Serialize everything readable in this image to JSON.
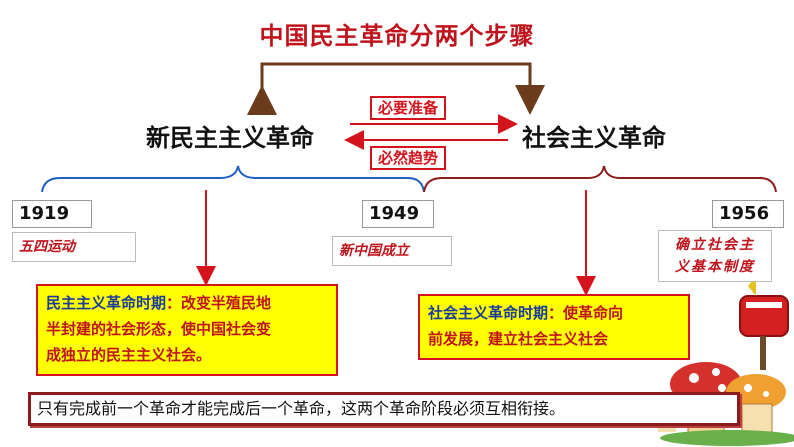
{
  "title": "中国民主革命分两个步骤",
  "left_revolution": "新民主主义革命",
  "right_revolution": "社会主义革命",
  "tag_top": "必要准备",
  "tag_bottom": "必然趋势",
  "years": [
    "1919",
    "1949",
    "1956"
  ],
  "events": {
    "e1919": "五四运动",
    "e1949": "新中国成立",
    "e1956_line1": "确立社会主",
    "e1956_line2": "义基本制度"
  },
  "box_left": {
    "heading": "民主主义革命时期",
    "text1": "：改变半殖民地",
    "text2": "半封建的社会形态，使中国社会变",
    "text3": "成独立的民主主义社会。"
  },
  "box_right": {
    "heading": "社会主义革命时期",
    "text1": "：使革命向",
    "text2": "前发展，建立社会主义社会"
  },
  "summary": "只有完成前一个革命才能完成后一个革命，这两个革命阶段必须互相衔接。",
  "colors": {
    "title_red": "#c0141c",
    "brace_blue": "#1f5fbf",
    "brace_dark_red": "#8c1c1c",
    "box_yellow": "#ffff00",
    "arrow_red": "#d4141c"
  },
  "decor": [
    "mailbox-icon",
    "mushroom-house-icon"
  ]
}
